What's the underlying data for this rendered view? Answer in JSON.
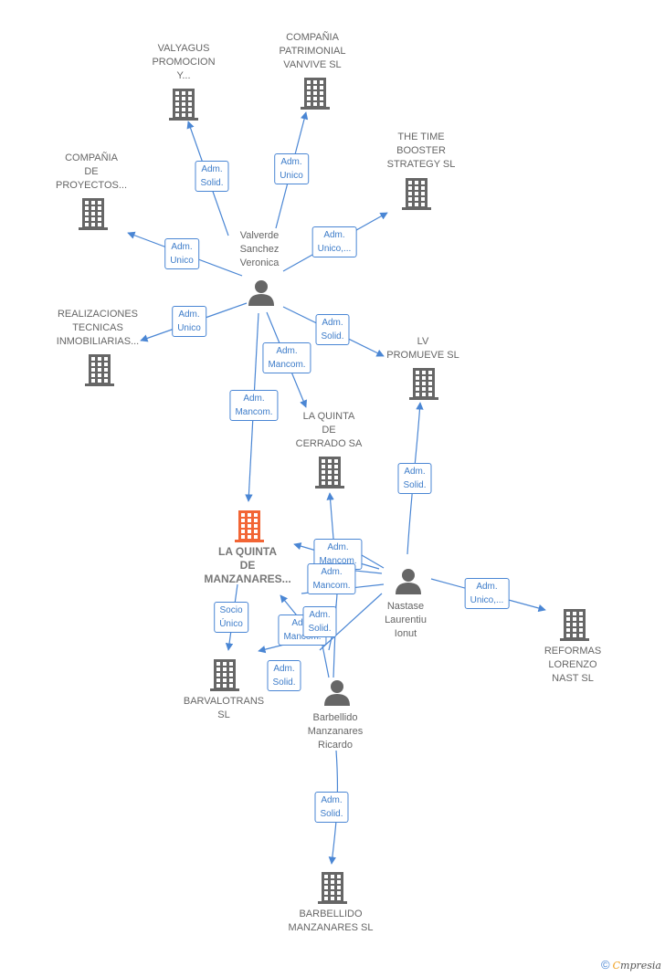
{
  "companies": [
    {
      "id": "valyagus",
      "lines": [
        "VALYAGUS",
        "PROMOCION",
        "Y..."
      ]
    },
    {
      "id": "patrimonial",
      "lines": [
        "COMPAÑIA",
        "PATRIMONIAL",
        "VANVIVE  SL"
      ]
    },
    {
      "id": "timebooster",
      "lines": [
        "THE TIME",
        "BOOSTER",
        "STRATEGY  SL"
      ]
    },
    {
      "id": "proyectos",
      "lines": [
        "COMPAÑIA",
        "DE",
        "PROYECTOS..."
      ]
    },
    {
      "id": "realizaciones",
      "lines": [
        "REALIZACIONES",
        "TECNICAS",
        "INMOBILIARIAS..."
      ]
    },
    {
      "id": "lvpromueve",
      "lines": [
        "LV",
        "PROMUEVE  SL"
      ]
    },
    {
      "id": "cerrado",
      "lines": [
        "LA QUINTA",
        "DE",
        "CERRADO SA"
      ]
    },
    {
      "id": "manzanares",
      "lines": [
        "LA QUINTA",
        "DE",
        "MANZANARES..."
      ],
      "focus": true
    },
    {
      "id": "barvalotrans",
      "lines": [
        "BARVALOTRANS",
        "SL"
      ]
    },
    {
      "id": "reformas",
      "lines": [
        "REFORMAS",
        "LORENZO",
        "NAST  SL"
      ]
    },
    {
      "id": "barbellidosl",
      "lines": [
        "BARBELLIDO",
        "MANZANARES SL"
      ]
    }
  ],
  "persons": [
    {
      "id": "valverde",
      "lines": [
        "Valverde",
        "Sanchez",
        "Veronica"
      ]
    },
    {
      "id": "nastase",
      "lines": [
        "Nastase",
        "Laurentiu",
        "Ionut"
      ]
    },
    {
      "id": "barbellido",
      "lines": [
        "Barbellido",
        "Manzanares",
        "Ricardo"
      ]
    }
  ],
  "edges": [
    {
      "id": "e1",
      "lines": [
        "Adm.",
        "Solid."
      ]
    },
    {
      "id": "e2",
      "lines": [
        "Adm.",
        "Unico"
      ]
    },
    {
      "id": "e3",
      "lines": [
        "Adm.",
        "Unico,..."
      ]
    },
    {
      "id": "e4",
      "lines": [
        "Adm.",
        "Unico"
      ]
    },
    {
      "id": "e5",
      "lines": [
        "Adm.",
        "Unico"
      ]
    },
    {
      "id": "e6",
      "lines": [
        "Adm.",
        "Solid."
      ]
    },
    {
      "id": "e7",
      "lines": [
        "Adm.",
        "Mancom."
      ]
    },
    {
      "id": "e8",
      "lines": [
        "Adm.",
        "Mancom."
      ]
    },
    {
      "id": "e9",
      "lines": [
        "Adm.",
        "Solid."
      ]
    },
    {
      "id": "e10",
      "lines": [
        "Adm.",
        "Mancom."
      ]
    },
    {
      "id": "e11",
      "lines": [
        "Adm.",
        "Mancom."
      ]
    },
    {
      "id": "e12",
      "lines": [
        "Adm.",
        "Unico,..."
      ]
    },
    {
      "id": "e13",
      "lines": [
        "Socio",
        "Único"
      ]
    },
    {
      "id": "e14",
      "lines": [
        "Adm.",
        "Mancom."
      ]
    },
    {
      "id": "e15",
      "lines": [
        "Adm.",
        "Solid."
      ]
    },
    {
      "id": "e16",
      "lines": [
        "Adm.",
        "Solid."
      ]
    },
    {
      "id": "e17",
      "lines": [
        "Adm.",
        "Solid."
      ]
    }
  ],
  "footer": {
    "copyright": "©",
    "brand_first": "C",
    "brand_rest": "mpresia"
  },
  "colors": {
    "edge": "#4a86d4",
    "node": "#666666",
    "focus": "#f26535"
  }
}
